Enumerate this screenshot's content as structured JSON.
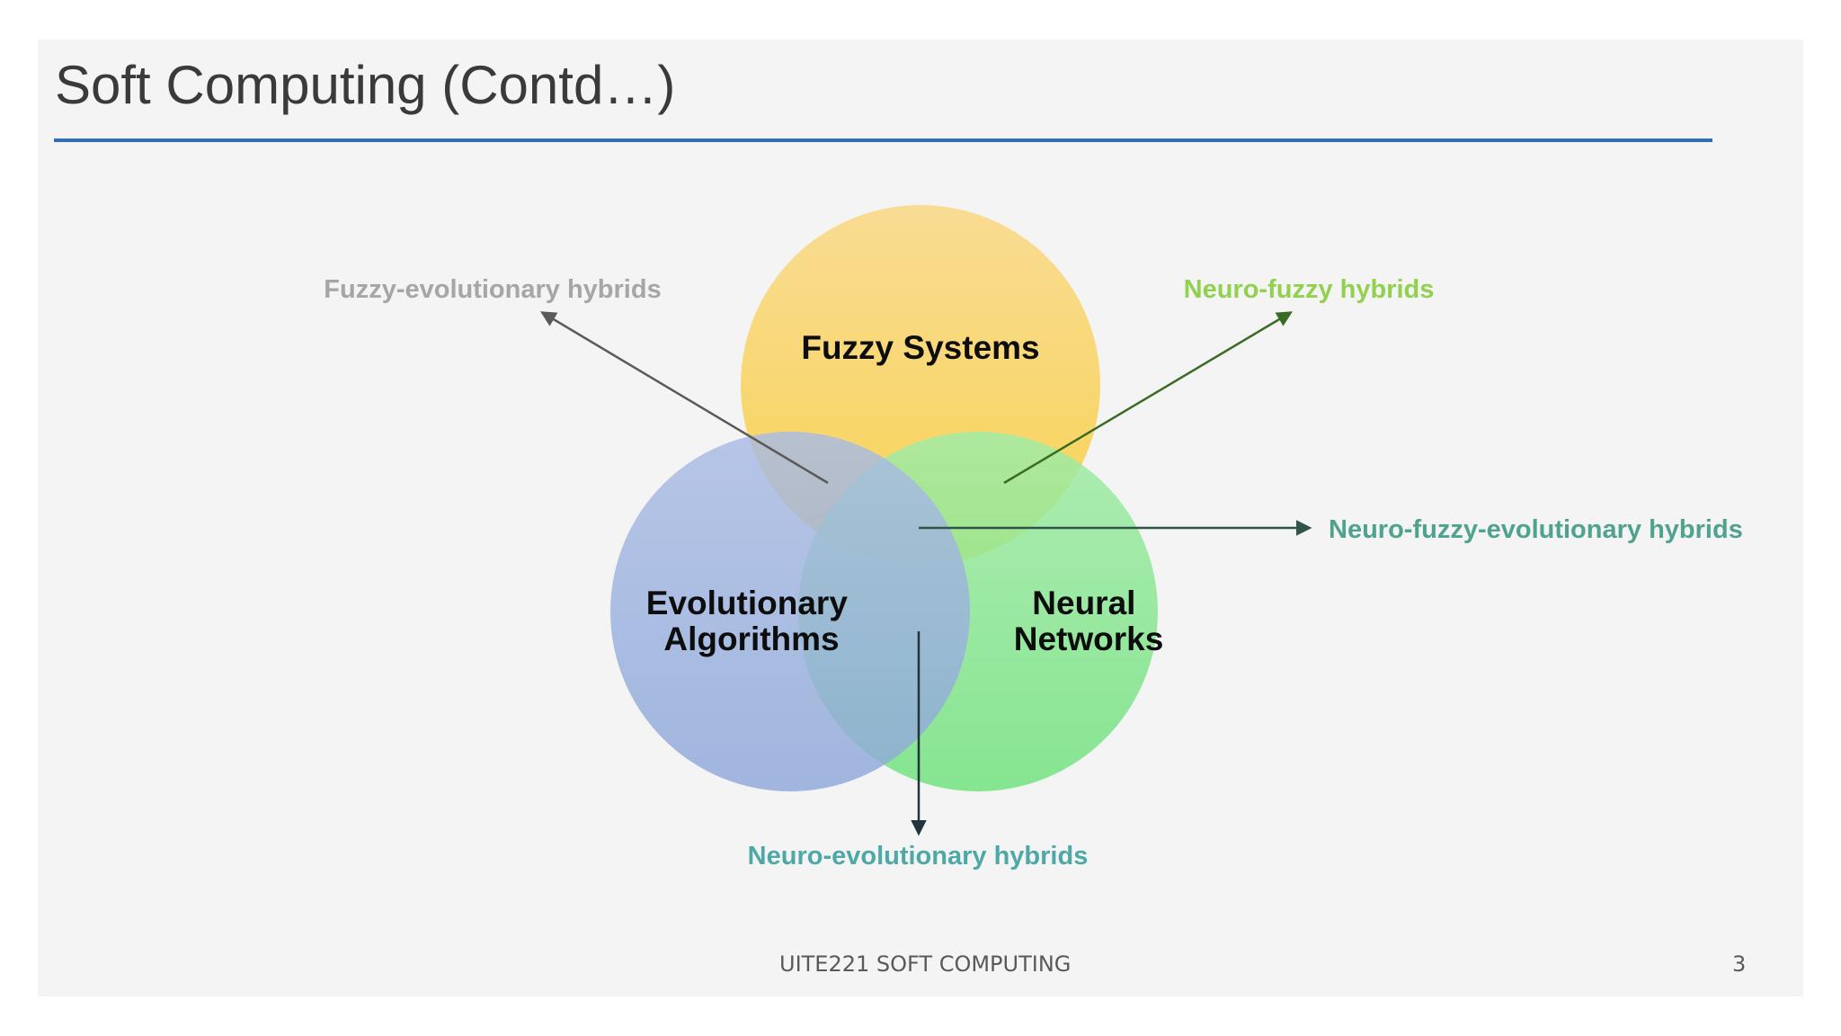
{
  "slide": {
    "title": "Soft Computing (Contd…)",
    "footer_text": "UITE221 SOFT COMPUTING",
    "page_number": "3"
  },
  "diagram": {
    "sets": [
      {
        "id": "fuzzy",
        "label_lines": [
          "Fuzzy Systems"
        ],
        "color": "#f8d55e"
      },
      {
        "id": "evolutionary",
        "label_lines": [
          "Evolutionary",
          "Algorithms"
        ],
        "color": "#8ea9dc"
      },
      {
        "id": "neural",
        "label_lines": [
          "Neural",
          "Networks"
        ],
        "color": "#6fe37e"
      }
    ],
    "hybrids": [
      {
        "id": "fuzzy-evolutionary",
        "label": "Fuzzy-evolutionary hybrids",
        "color": "#a6a6a6",
        "arrow_color": "#595959"
      },
      {
        "id": "neuro-fuzzy",
        "label": "Neuro-fuzzy hybrids",
        "color": "#92d050",
        "arrow_color": "#3a6b22"
      },
      {
        "id": "neuro-fuzzy-evolutionary",
        "label": "Neuro-fuzzy-evolutionary hybrids",
        "color": "#4fa38d",
        "arrow_color": "#2f5449"
      },
      {
        "id": "neuro-evolutionary",
        "label": "Neuro-evolutionary hybrids",
        "color": "#4ea9a6",
        "arrow_color": "#22343b"
      }
    ]
  }
}
